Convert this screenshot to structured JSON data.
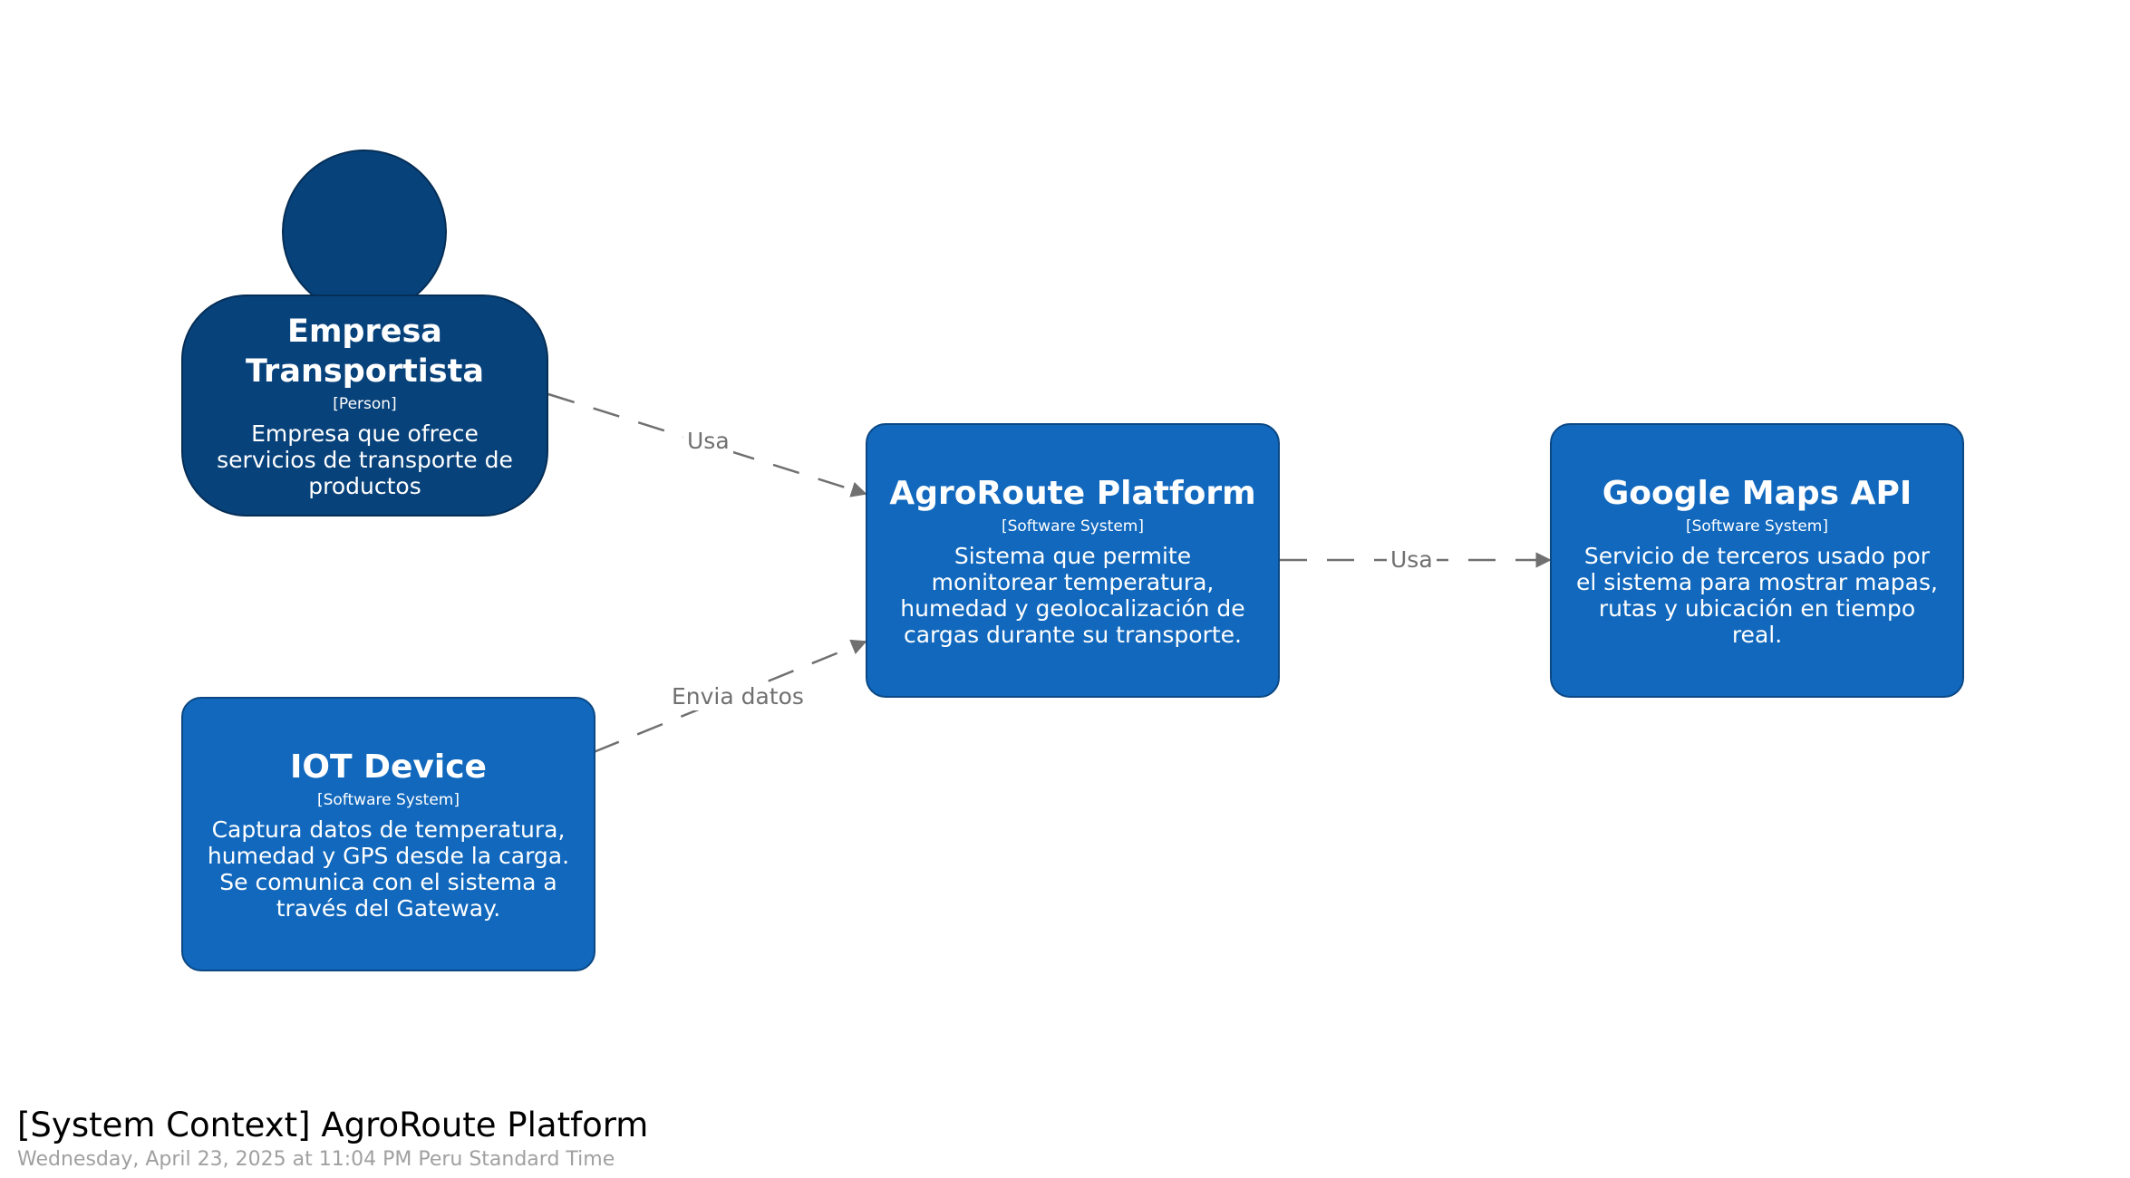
{
  "title": "[System Context] AgroRoute Platform",
  "timestamp": "Wednesday, April 23, 2025 at 11:04 PM Peru Standard Time",
  "colors": {
    "person": "#08427b",
    "system": "#1168bd",
    "edge": "#707070"
  },
  "nodes": {
    "empresa": {
      "name": "Empresa Transportista",
      "type": "[Person]",
      "description": "Empresa que ofrece servicios de transporte de productos"
    },
    "agroroute": {
      "name": "AgroRoute Platform",
      "type": "[Software System]",
      "description": "Sistema que permite monitorear temperatura, humedad y geolocalización de cargas durante su transporte."
    },
    "googlemaps": {
      "name": "Google Maps API",
      "type": "[Software System]",
      "description": "Servicio de terceros usado por el sistema para mostrar mapas, rutas y ubicación en tiempo real."
    },
    "iot": {
      "name": "IOT Device",
      "type": "[Software System]",
      "description": "Captura datos de temperatura, humedad y GPS desde la carga. Se comunica con el sistema a través del Gateway."
    }
  },
  "edges": [
    {
      "from": "Empresa Transportista",
      "to": "AgroRoute Platform",
      "label": "Usa"
    },
    {
      "from": "IOT Device",
      "to": "AgroRoute Platform",
      "label": "Envia datos"
    },
    {
      "from": "AgroRoute Platform",
      "to": "Google Maps API",
      "label": "Usa"
    }
  ]
}
